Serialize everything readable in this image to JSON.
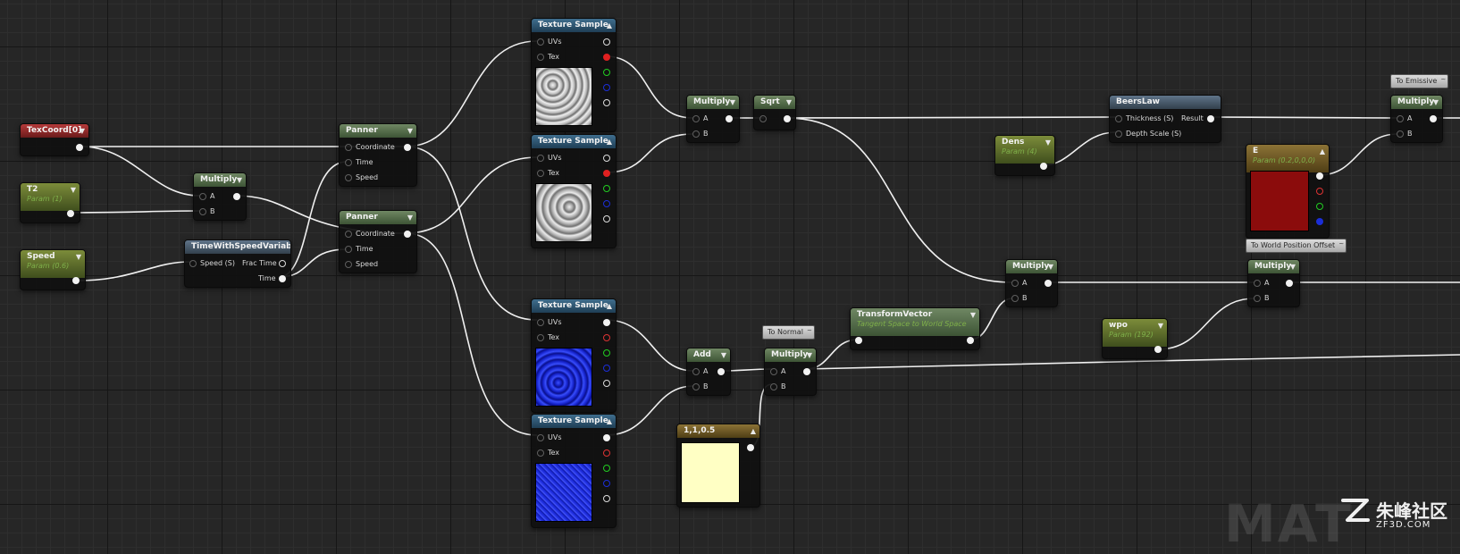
{
  "graph": {
    "nodes": {
      "texcoord": {
        "title": "TexCoord[0]"
      },
      "t2": {
        "title": "T2",
        "subtitle": "Param (1)"
      },
      "speed": {
        "title": "Speed",
        "subtitle": "Param (0.6)"
      },
      "multiply_ab_1": {
        "title": "Multiply",
        "pins": [
          "A",
          "B"
        ]
      },
      "time_with_speed": {
        "title": "TimeWithSpeedVariable",
        "in": "Speed (S)",
        "out1": "Frac Time",
        "out2": "Time"
      },
      "panner_1": {
        "title": "Panner",
        "pins": [
          "Coordinate",
          "Time",
          "Speed"
        ]
      },
      "panner_2": {
        "title": "Panner",
        "pins": [
          "Coordinate",
          "Time",
          "Speed"
        ]
      },
      "texsample_1": {
        "title": "Texture Sample",
        "pins": [
          "UVs",
          "Tex"
        ]
      },
      "texsample_2": {
        "title": "Texture Sample",
        "pins": [
          "UVs",
          "Tex"
        ]
      },
      "texsample_3": {
        "title": "Texture Sample",
        "pins": [
          "UVs",
          "Tex"
        ]
      },
      "texsample_4": {
        "title": "Texture Sample",
        "pins": [
          "UVs",
          "Tex"
        ]
      },
      "multiply_2": {
        "title": "Multiply",
        "pins": [
          "A",
          "B"
        ]
      },
      "sqrt": {
        "title": "Sqrt"
      },
      "add": {
        "title": "Add",
        "pins": [
          "A",
          "B"
        ]
      },
      "multiply_3": {
        "title": "Multiply",
        "pins": [
          "A",
          "B"
        ]
      },
      "constant3": {
        "title": "1,1,0.5"
      },
      "transform_vector": {
        "title": "TransformVector",
        "subtitle": "Tangent Space to World Space"
      },
      "multiply_4": {
        "title": "Multiply",
        "pins": [
          "A",
          "B"
        ]
      },
      "beerslaw": {
        "title": "BeersLaw",
        "in1": "Thickness (S)",
        "in2": "Depth Scale (S)",
        "out": "Result"
      },
      "dens": {
        "title": "Dens",
        "subtitle": "Param (4)"
      },
      "e": {
        "title": "E",
        "subtitle": "Param (0.2,0,0,0)"
      },
      "multiply_5": {
        "title": "Multiply",
        "pins": [
          "A",
          "B"
        ]
      },
      "wpo": {
        "title": "wpo",
        "subtitle": "Param (192)"
      },
      "multiply_6": {
        "title": "Multiply",
        "pins": [
          "A",
          "B"
        ]
      }
    },
    "comments": {
      "to_normal": "To Normal",
      "to_emissive": "To Emissive",
      "to_wpo": "To World Position Offset"
    },
    "icons": {
      "collapse": "▲",
      "expand": "▼",
      "comment_tick": "~"
    },
    "colors": {
      "param_vector_e": "#8b0c0c",
      "constant_swatch": "#ffffc4",
      "wire": "#f0f0f0"
    }
  },
  "watermark": {
    "text": "MAT",
    "logo_cn": "朱峰社区",
    "logo_en": "ZF3D.COM"
  }
}
